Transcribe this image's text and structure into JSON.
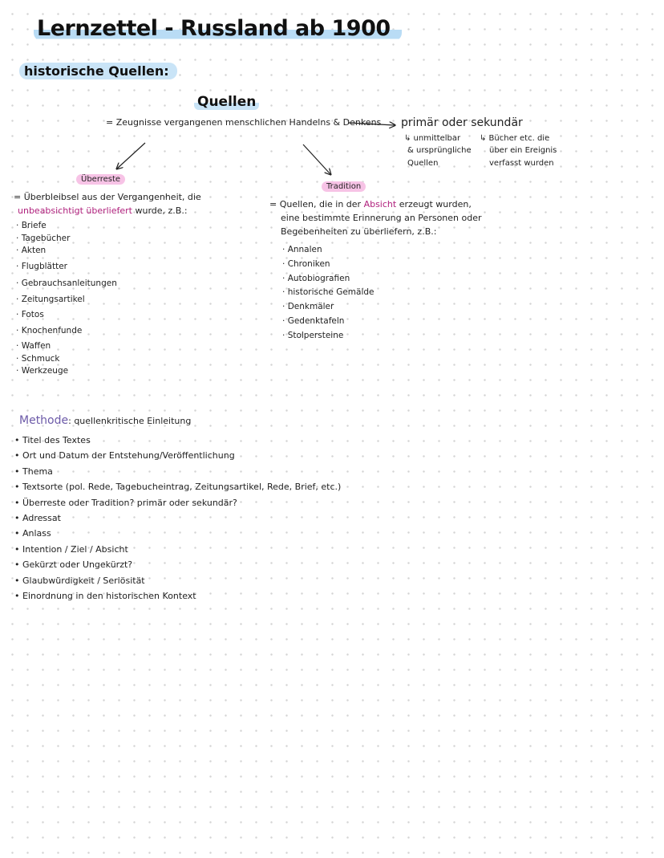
{
  "header": {
    "title": "Lernzettel - Russland ab 1900"
  },
  "section": {
    "heading": "historische Quellen:"
  },
  "quellen": {
    "title": "Quellen",
    "definition": "= Zeugnisse vergangenen menschlichen Handelns & Denkens",
    "types": "primär oder sekundär",
    "primary_note_1": "↳ unmittelbar",
    "primary_note_2": "& ursprüngliche",
    "primary_note_3": "Quellen",
    "secondary_note_1": "↳ Bücher etc. die",
    "secondary_note_2": "über ein Ereignis",
    "secondary_note_3": "verfasst wurden"
  },
  "ueberreste": {
    "label": "Überreste",
    "def_line1": "= Überbleibsel aus der Vergangenheit, die",
    "def_line2_highlight": "unbeabsichtigt überliefert",
    "def_line2_rest": " wurde, z.B.:",
    "items": [
      "Briefe",
      "Tagebücher",
      "Akten",
      "Flugblätter",
      "Gebrauchsanleitungen",
      "Zeitungsartikel",
      "Fotos",
      "Knochenfunde",
      "Waffen",
      "Schmuck",
      "Werkzeuge"
    ]
  },
  "tradition": {
    "label": "Tradition",
    "def_line1_a": "= Quellen, die in der ",
    "def_line1_highlight": "Absicht",
    "def_line1_b": " erzeugt wurden,",
    "def_line2": "eine bestimmte Erinnerung an Personen oder",
    "def_line3": "Begebenheiten zu überliefern, z.B.:",
    "items": [
      "Annalen",
      "Chroniken",
      "Autobiografien",
      "historische Gemälde",
      "Denkmäler",
      "Gedenktafeln",
      "Stolpersteine"
    ]
  },
  "methode": {
    "label": "Methode",
    "subtitle": ": quellenkritische Einleitung",
    "items": [
      "Titel des Textes",
      "Ort und Datum der Entstehung/Veröffentlichung",
      "Thema",
      "Textsorte (pol. Rede, Tagebucheintrag, Zeitungsartikel, Rede, Brief, etc.)",
      "Überreste oder Tradition? primär oder sekundär?",
      "Adressat",
      "Anlass",
      "Intention / Ziel / Absicht",
      "Gekürzt oder Ungekürzt?",
      "Glaubwürdigkeit / Seriösität",
      "Einordnung in den historischen Kontext"
    ]
  },
  "colors": {
    "title_highlight": "#b9dcf5",
    "tag_pink": "#f7c3e6",
    "accent_pink": "#b0217d",
    "accent_purple": "#6c5aa8"
  }
}
